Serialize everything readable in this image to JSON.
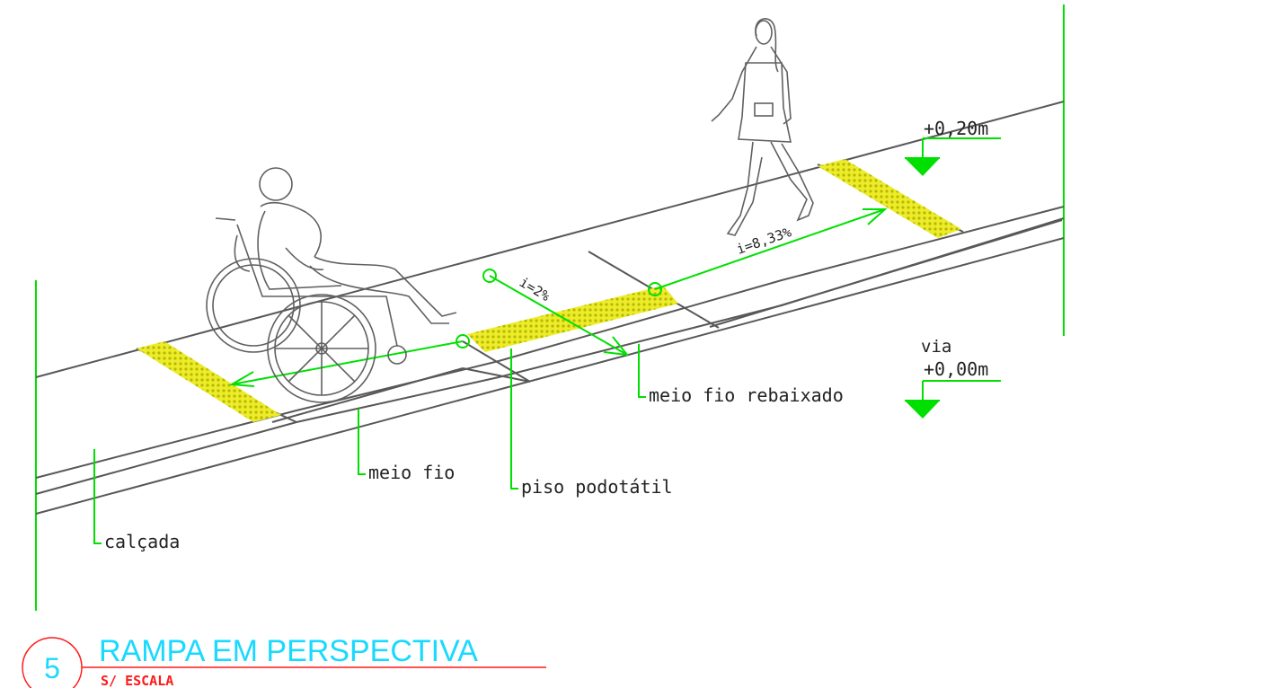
{
  "labels": {
    "slope_cross": "i=2%",
    "slope_ramp": "i=8,33%",
    "level_top": "+0,20m",
    "road": "via",
    "level_road": "+0,00m",
    "lowered_curb": "meio fio rebaixado",
    "curb": "meio fio",
    "tactile_floor": "piso podotátil",
    "sidewalk": "calçada"
  },
  "title_block": {
    "number": "5",
    "title": "RAMPA EM PERSPECTIVA",
    "scale": "S/ ESCALA"
  },
  "colors": {
    "line": "#585858",
    "green": "#00e000",
    "tactile": "#e6e61c",
    "cyan": "#19d9ff",
    "red": "#ff1a1a"
  }
}
